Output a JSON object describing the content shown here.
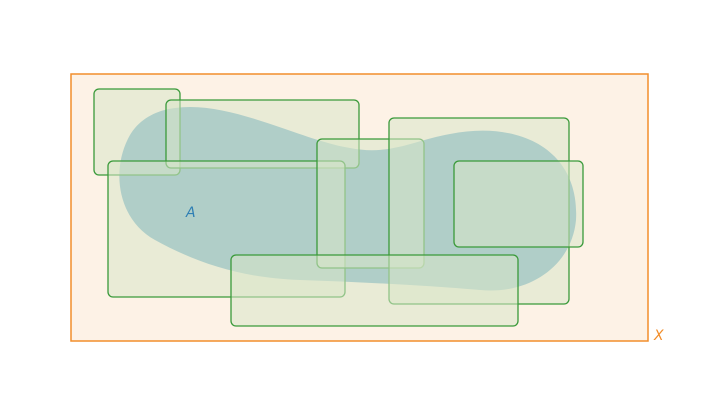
{
  "labels": {
    "set_a": "A",
    "universe": "X"
  },
  "colors": {
    "universe_fill": "#fdf2e6",
    "universe_stroke": "#f28e2b",
    "blob_fill": "#7fb2c7",
    "box_fill": "#d9e6c8",
    "box_stroke": "#3a9a3a",
    "label_a": "#2f7fb4",
    "label_x": "#f28e2b"
  },
  "cover_boxes": [
    "box-1",
    "box-2",
    "box-3",
    "box-4",
    "box-5",
    "box-6",
    "box-7",
    "box-8"
  ]
}
